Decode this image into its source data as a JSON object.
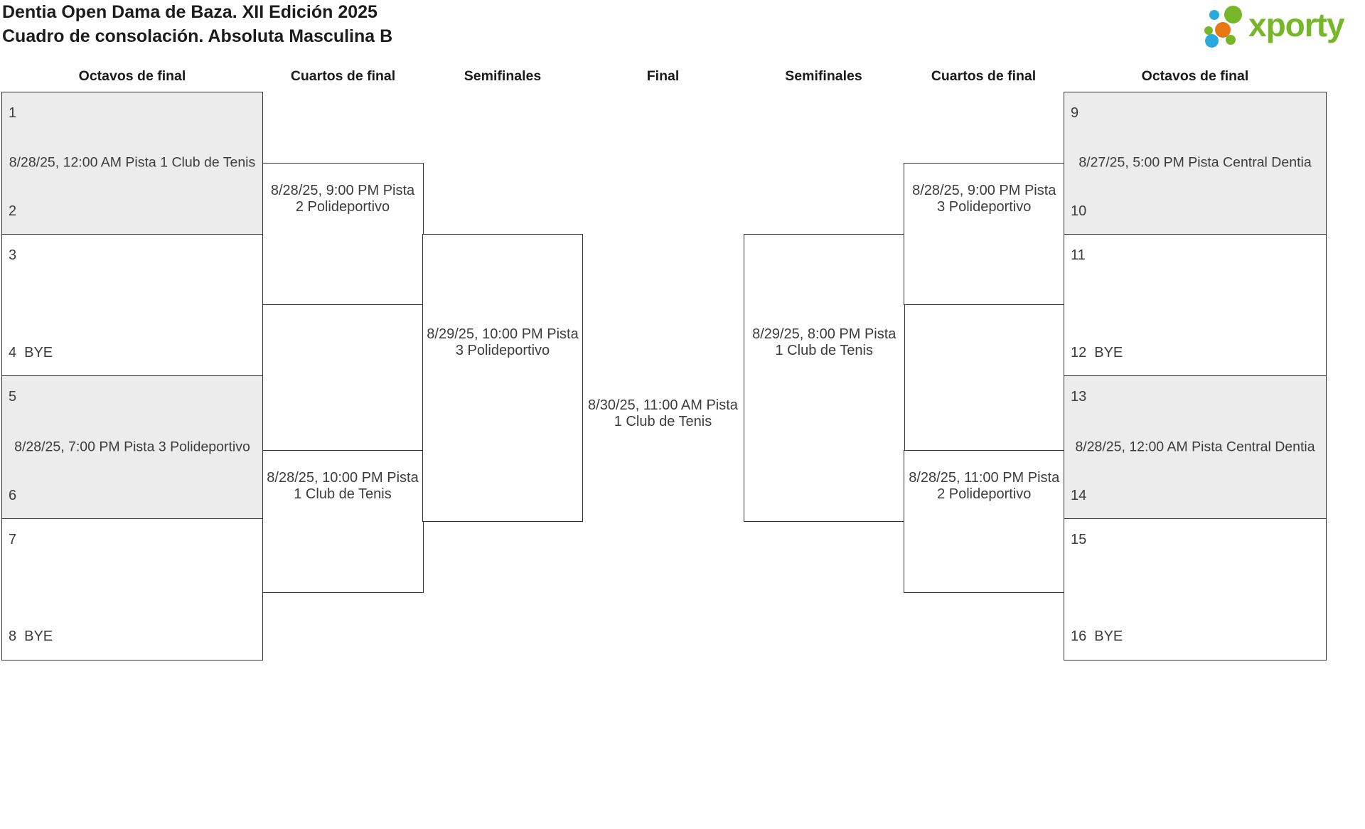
{
  "title": {
    "line1": "Dentia Open Dama de Baza. XII Edición 2025",
    "line2": "Cuadro de consolación. Absoluta Masculina B"
  },
  "logo": {
    "text": "xporty",
    "colors": {
      "green": "#76b72a",
      "blue": "#2aa9e0",
      "orange": "#e87711"
    }
  },
  "rounds": [
    {
      "label": "Octavos de final"
    },
    {
      "label": "Cuartos de final"
    },
    {
      "label": "Semifinales"
    },
    {
      "label": "Final"
    },
    {
      "label": "Semifinales"
    },
    {
      "label": "Cuartos de final"
    },
    {
      "label": "Octavos de final"
    }
  ],
  "left": {
    "octavos": [
      {
        "top_n": "1",
        "top_tag": "",
        "bottom_n": "2",
        "bottom_tag": "",
        "schedule": "8/28/25, 12:00 AM Pista 1 Club de Tenis"
      },
      {
        "top_n": "3",
        "top_tag": "",
        "bottom_n": "4",
        "bottom_tag": "BYE",
        "schedule": ""
      },
      {
        "top_n": "5",
        "top_tag": "",
        "bottom_n": "6",
        "bottom_tag": "",
        "schedule": "8/28/25, 7:00 PM Pista 3 Polideportivo"
      },
      {
        "top_n": "7",
        "top_tag": "",
        "bottom_n": "8",
        "bottom_tag": "BYE",
        "schedule": ""
      }
    ],
    "cuartos": [
      {
        "schedule": "8/28/25, 9:00 PM Pista\n2 Polideportivo"
      },
      {
        "schedule": "8/28/25, 10:00 PM Pista\n1 Club de Tenis"
      }
    ],
    "semifinal": {
      "schedule": "8/29/25, 10:00 PM Pista\n3 Polideportivo"
    }
  },
  "final": {
    "schedule": "8/30/25, 11:00 AM Pista\n1 Club de Tenis"
  },
  "right": {
    "octavos": [
      {
        "top_n": "9",
        "top_tag": "",
        "bottom_n": "10",
        "bottom_tag": "",
        "schedule": "8/27/25, 5:00 PM Pista Central Dentia"
      },
      {
        "top_n": "11",
        "top_tag": "",
        "bottom_n": "12",
        "bottom_tag": "BYE",
        "schedule": ""
      },
      {
        "top_n": "13",
        "top_tag": "",
        "bottom_n": "14",
        "bottom_tag": "",
        "schedule": "8/28/25, 12:00 AM Pista Central Dentia"
      },
      {
        "top_n": "15",
        "top_tag": "",
        "bottom_n": "16",
        "bottom_tag": "BYE",
        "schedule": ""
      }
    ],
    "cuartos": [
      {
        "schedule": "8/28/25, 9:00 PM Pista\n3 Polideportivo"
      },
      {
        "schedule": "8/28/25, 11:00 PM Pista\n2 Polideportivo"
      }
    ],
    "semifinal": {
      "schedule": "8/29/25, 8:00 PM Pista\n1 Club de Tenis"
    }
  }
}
